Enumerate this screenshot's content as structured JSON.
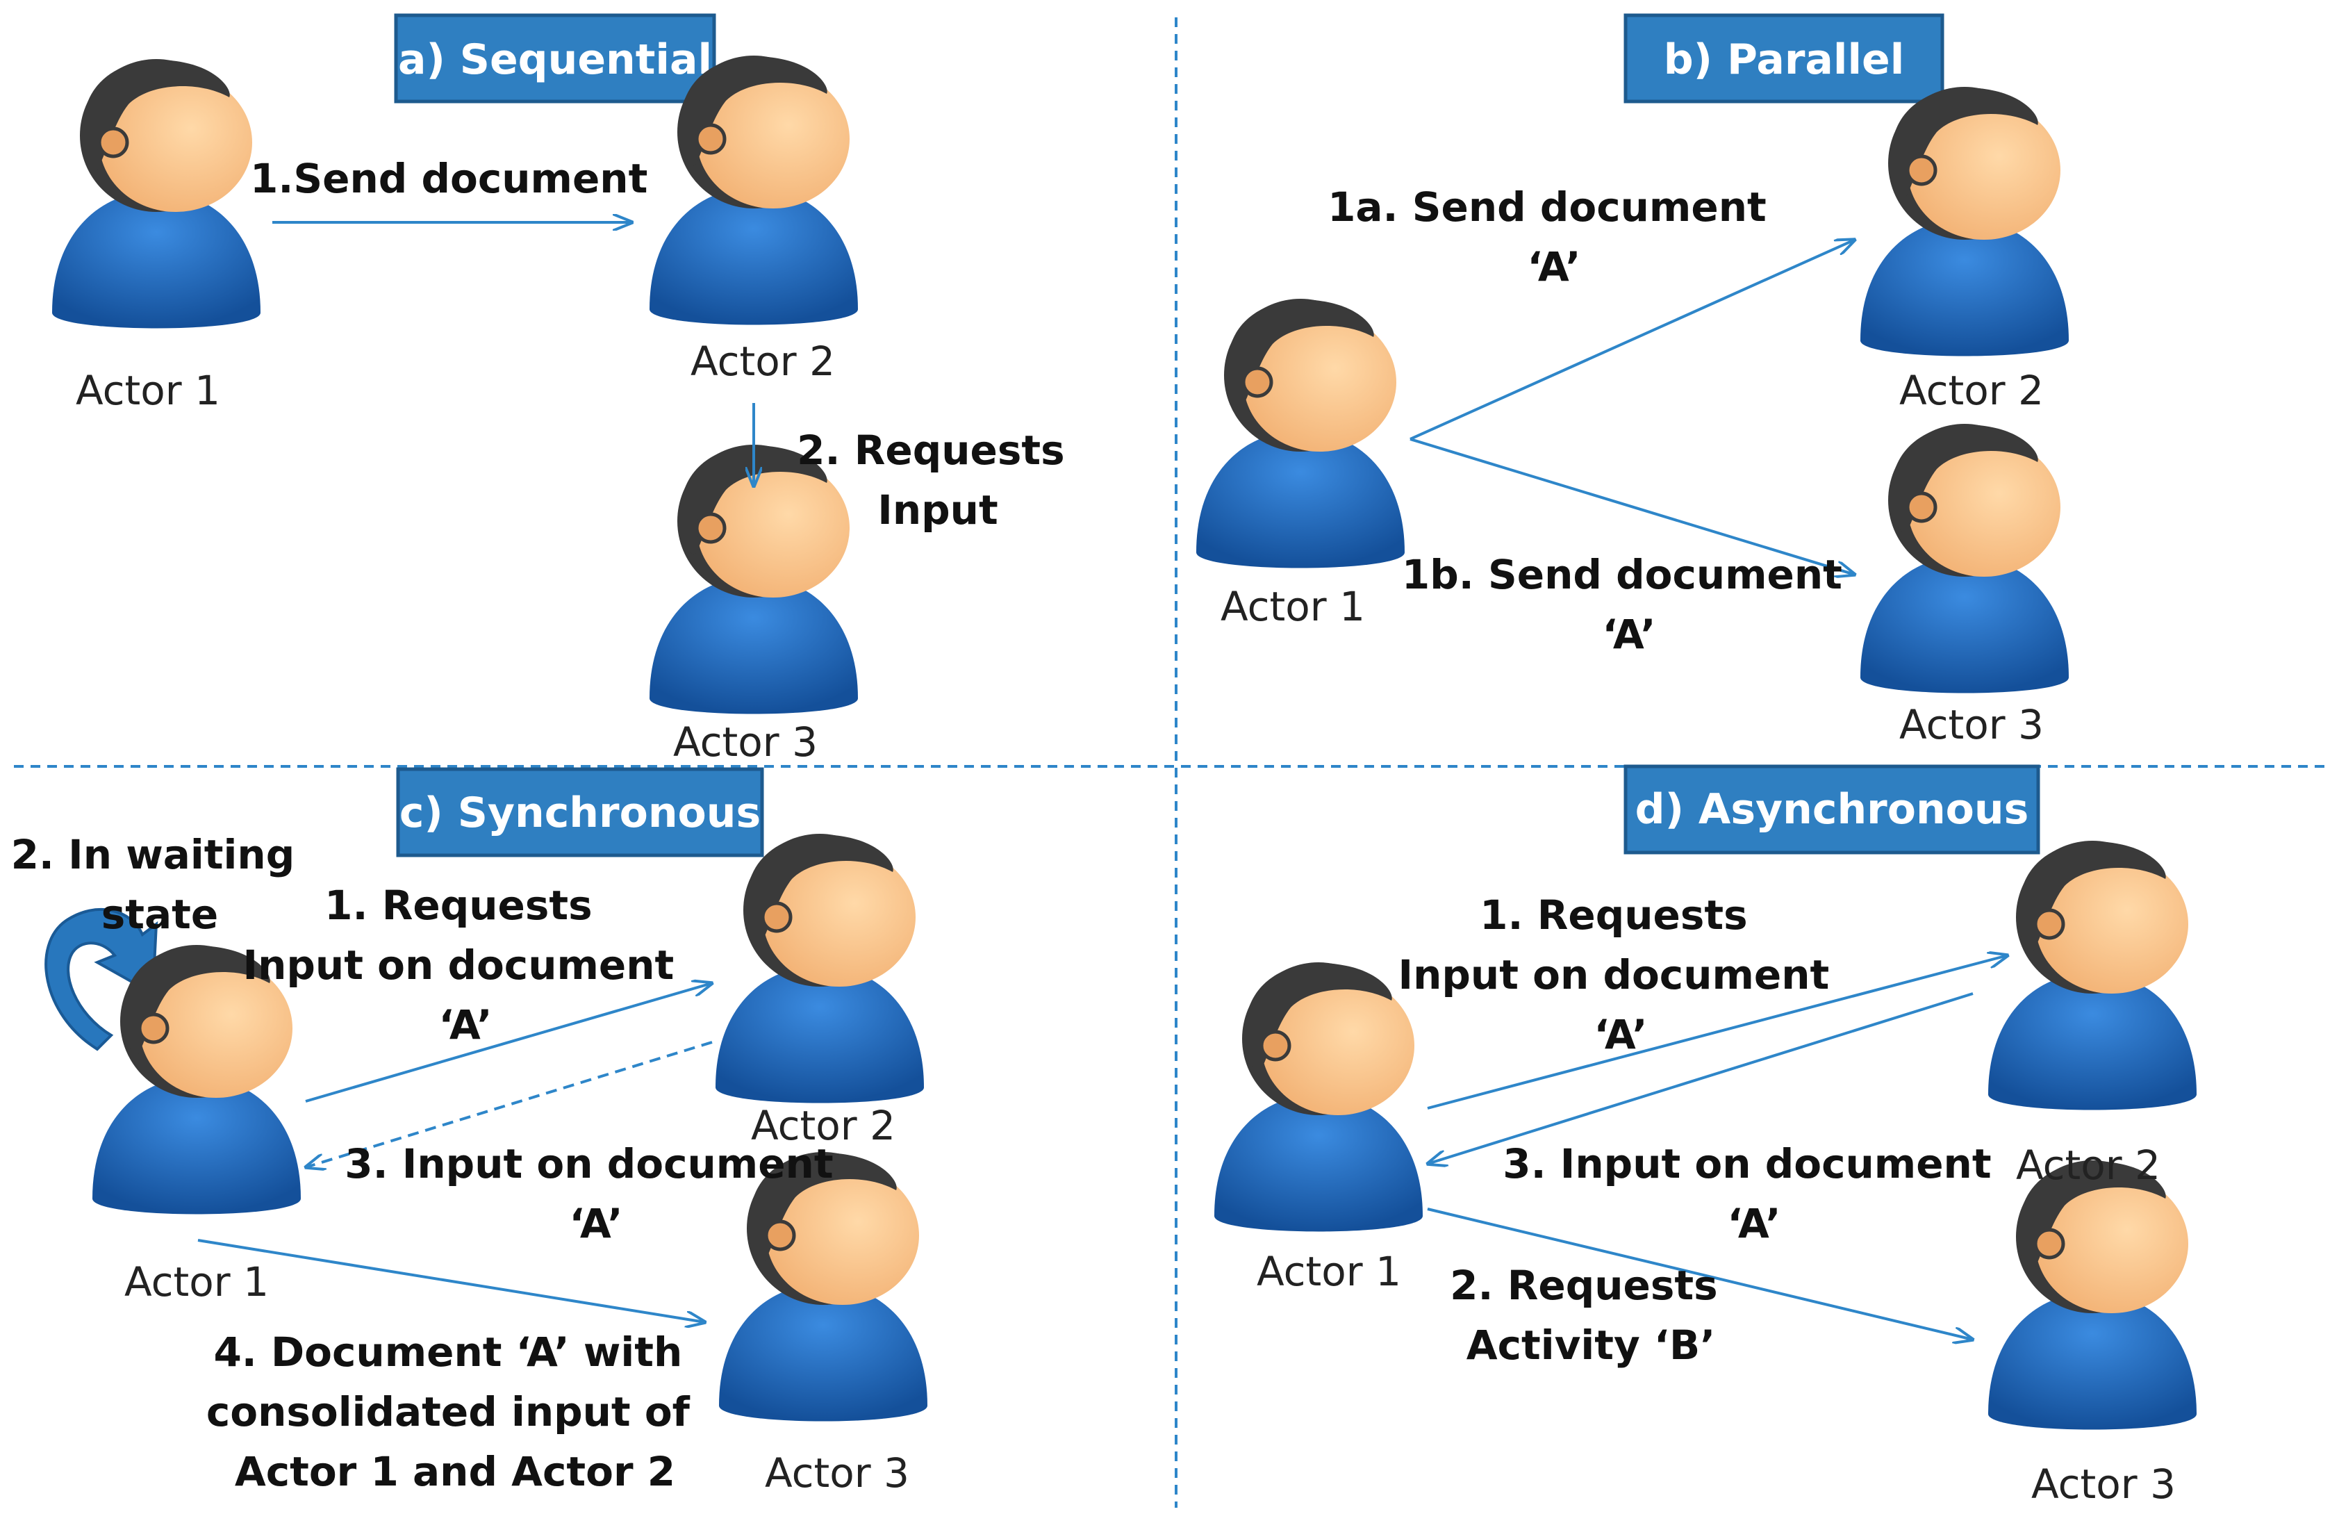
{
  "panels": {
    "a": {
      "title": "a) Sequential",
      "actors": [
        "Actor 1",
        "Actor 2",
        "Actor 3"
      ],
      "steps": {
        "s1": [
          "1.Send document"
        ],
        "s2": [
          "2. Requests",
          "Input"
        ]
      }
    },
    "b": {
      "title": "b) Parallel",
      "actors": [
        "Actor 1",
        "Actor 2",
        "Actor 3"
      ],
      "steps": {
        "s1a": [
          "1a. Send document",
          "‘A’"
        ],
        "s1b": [
          "1b. Send document",
          "‘A’"
        ]
      }
    },
    "c": {
      "title": "c) Synchronous",
      "actors": [
        "Actor 1",
        "Actor 2",
        "Actor 3"
      ],
      "steps": {
        "s1": [
          "1. Requests",
          "Input on document",
          "‘A’"
        ],
        "s2": [
          "2. In waiting",
          "state"
        ],
        "s3": [
          "3. Input on document",
          "‘A’"
        ],
        "s4": [
          "4. Document ‘A’ with",
          "consolidated input of",
          "Actor 1 and Actor 2"
        ]
      }
    },
    "d": {
      "title": "d) Asynchronous",
      "actors": [
        "Actor 1",
        "Actor 2",
        "Actor 3"
      ],
      "steps": {
        "s1": [
          "1. Requests",
          "Input on document",
          "‘A’"
        ],
        "s2": [
          "2. Requests",
          "Activity ‘B’"
        ],
        "s3": [
          "3. Input on document",
          "‘A’"
        ]
      }
    }
  },
  "colors": {
    "title_box": "#2f7fc1",
    "title_border": "#1d5a8e",
    "arrow": "#2e86c9",
    "divider": "#2e86c9",
    "actor_body": "#1a5fa8",
    "actor_face": "#f9c48a",
    "actor_hair": "#3a3a3a"
  },
  "icons": {
    "actor": "person-icon",
    "waiting": "curved-arrow-icon"
  }
}
